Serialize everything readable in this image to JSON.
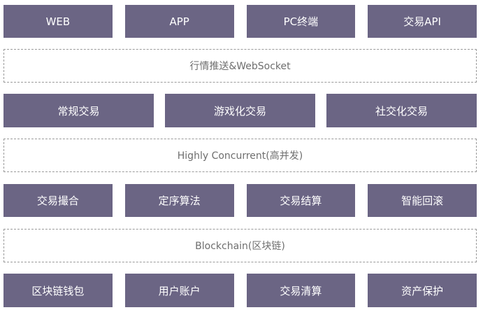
{
  "layers": {
    "row1": [
      "WEB",
      "APP",
      "PC终端",
      "交易API"
    ],
    "band1": "行情推送&WebSocket",
    "row2": [
      "常规交易",
      "游戏化交易",
      "社交化交易"
    ],
    "band2": "Highly Concurrent(高并发)",
    "row3": [
      "交易撮合",
      "定序算法",
      "交易结算",
      "智能回滚"
    ],
    "band3": "Blockchain(区块链)",
    "row4": [
      "区块链钱包",
      "用户账户",
      "交易清算",
      "资产保护"
    ]
  },
  "colors": {
    "box_fill": "#6b6584",
    "box_text": "#ffffff",
    "band_border": "#9a9a9a",
    "band_text": "#6e6e6e"
  }
}
